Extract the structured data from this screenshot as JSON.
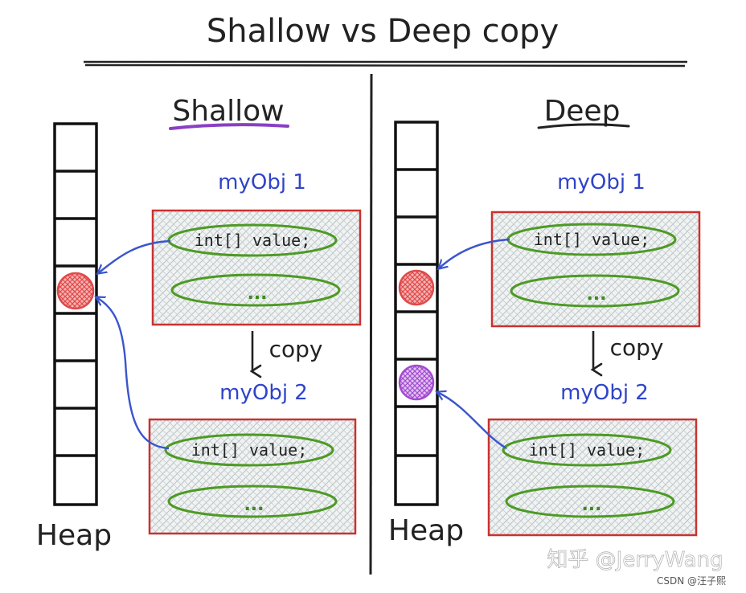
{
  "title": "Shallow vs Deep copy",
  "shallow": {
    "heading": "Shallow",
    "obj1_label": "myObj 1",
    "obj2_label": "myObj 2",
    "field": "int[] value;",
    "ellipsis": "...",
    "copy_label": "copy",
    "heap_label": "Heap"
  },
  "deep": {
    "heading": "Deep",
    "obj1_label": "myObj 1",
    "obj2_label": "myObj 2",
    "field": "int[] value;",
    "ellipsis": "...",
    "copy_label": "copy",
    "heap_label": "Heap"
  },
  "watermark": {
    "primary": "知乎 @JerryWang",
    "secondary": "CSDN @汪子熙"
  },
  "colors": {
    "object_box": "#c9322f",
    "field_oval": "#4d9a24",
    "arrow": "#3a55cc",
    "shared_ref": "#e04a4a",
    "deep_copy_ref": "#a24bd0",
    "heading_underline": "#8a3fc4"
  }
}
